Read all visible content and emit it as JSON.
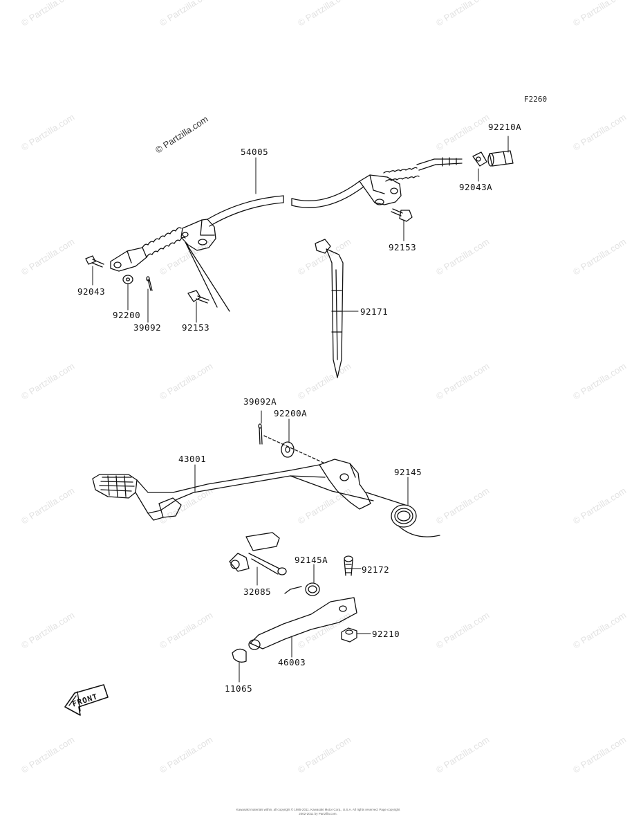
{
  "figure_code": "F2260",
  "main_watermark": "© Partzilla.com",
  "watermark_text": "© Partzilla.com",
  "front_label": "FRONT",
  "copyright": "Kawasaki materials within, all copyright © 1985-2011. Kawasaki Motor Corp., U.S.A. All rights reserved. Page copyright 2002-2011 by Partzilla.com.",
  "part_labels": {
    "p54005": "54005",
    "p92210A": "92210A",
    "p92043A": "92043A",
    "p92153_top": "92153",
    "p92043": "92043",
    "p92200": "92200",
    "p39092": "39092",
    "p92153_left": "92153",
    "p92171": "92171",
    "p39092A": "39092A",
    "p92200A": "92200A",
    "p43001": "43001",
    "p92145": "92145",
    "p92145A": "92145A",
    "p92172": "92172",
    "p32085": "32085",
    "p92210": "92210",
    "p46003": "46003",
    "p11065": "11065"
  }
}
